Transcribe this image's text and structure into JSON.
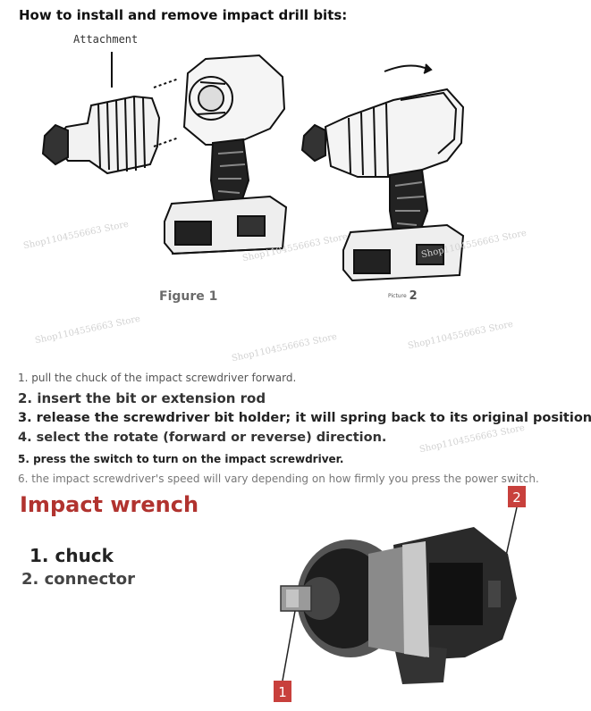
{
  "title": "How to install and remove impact drill bits:",
  "figure_labels": {
    "attachment": "Attachment",
    "figure1": "Figure 1",
    "picture_small": "Picture",
    "picture_num": "2"
  },
  "watermarks": [
    "Shop1104556663 Store",
    "Shop1104556663 Store",
    "Shop1104556663 Store",
    "Shop1104556663 Store",
    "Shop1104556663 Store",
    "Shop1104556663 Store",
    "Shop1104556663 Store"
  ],
  "steps": [
    "1. pull the chuck of the impact screwdriver forward.",
    "2. insert the bit or extension rod",
    "3. release the screwdriver bit holder; it will spring back to its original position.",
    "4. select the rotate (forward or reverse) direction.",
    "5. press the switch to turn on the impact screwdriver.",
    "6. the impact screwdriver's speed will vary depending on how firmly you press the power switch."
  ],
  "wrench": {
    "title": "Impact wrench",
    "parts": [
      "1. chuck",
      "2. connector"
    ],
    "callouts": [
      "1",
      "2"
    ]
  },
  "colors": {
    "accent": "#b1332f",
    "callout": "#c8403c"
  }
}
